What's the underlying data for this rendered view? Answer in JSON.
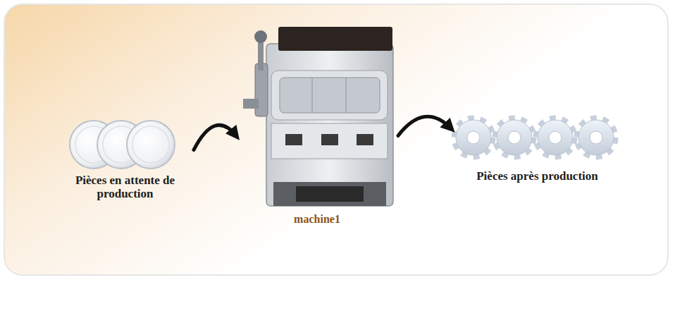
{
  "diagram": {
    "nodes": [
      {
        "text": [
          "Pièces en attente de production"
        ]
      },
      {
        "text": [
          "machine1"
        ]
      },
      {
        "text": [
          "Pièces après production"
        ]
      }
    ],
    "edges": [
      {
        "from": 0,
        "to": 1,
        "arrow": "to"
      },
      {
        "from": 1,
        "to": 2,
        "arrow": "to"
      }
    ]
  }
}
